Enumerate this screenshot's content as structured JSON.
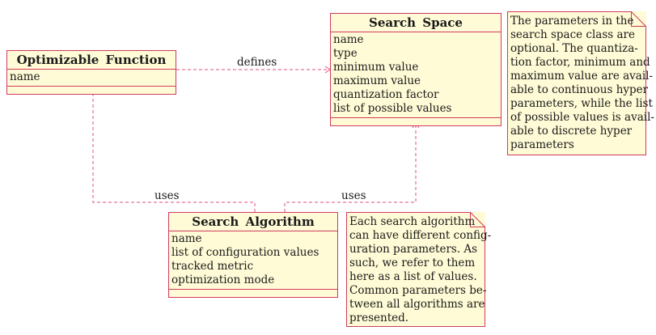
{
  "classes": {
    "optimizable_function": {
      "name": "Optimizable Function",
      "attributes": [
        "name"
      ]
    },
    "search_space": {
      "name": "Search Space",
      "attributes": [
        "name",
        "type",
        "minimum value",
        "maximum value",
        "quantization factor",
        "list of possible values"
      ]
    },
    "search_algorithm": {
      "name": "Search Algorithm",
      "attributes": [
        "name",
        "list of configuration values",
        "tracked metric",
        "optimization mode"
      ]
    }
  },
  "notes": {
    "search_space_note": [
      "The parameters in the",
      "search space class are",
      "optional.  The quantiza-",
      "tion factor, minimum and",
      "maximum value are avail-",
      "able to continuous hyper",
      "parameters, while the list",
      "of possible values is avail-",
      "able to discrete hyper",
      "parameters"
    ],
    "algorithm_note": [
      "Each search algorithm",
      "can have different config-",
      "uration parameters.  As",
      "such, we refer to them",
      "here as a list of values.",
      "Common parameters be-",
      "tween all algorithms are",
      "presented."
    ]
  },
  "edges": {
    "defines": "defines",
    "uses_function": "uses",
    "uses_space": "uses"
  },
  "colors": {
    "border": "#d23a5e",
    "fill": "#fffbd6",
    "edge": "#e0507a",
    "text": "#1a1a1a"
  }
}
